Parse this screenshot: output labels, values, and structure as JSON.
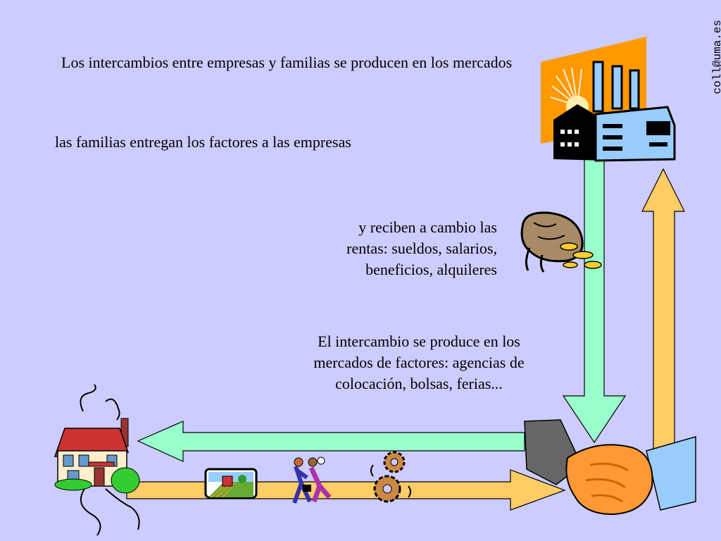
{
  "slide": {
    "title_line": "Los intercambios entre empresas y familias se producen en los mercados",
    "families_line": "las familias entregan los factores a las empresas",
    "rentas_lines": [
      "y reciben a cambio las",
      "rentas: sueldos, salarios,",
      "beneficios, alquileres"
    ],
    "mercados_lines": [
      "El intercambio se produce en los",
      "mercados de factores: agencias de",
      "colocación, bolsas, ferias..."
    ],
    "email": "coll@uma.es"
  },
  "colors": {
    "background": "#ccccff",
    "green_arrow": "#99ffcc",
    "yellow_arrow": "#ffcc66",
    "factory_bg": "#ff9900",
    "factory_blue": "#99ccff"
  },
  "icons": [
    "factory-icon",
    "money-bag-icon",
    "house-icon",
    "farm-icon",
    "people-running-icon",
    "gears-icon",
    "handshake-icon"
  ]
}
